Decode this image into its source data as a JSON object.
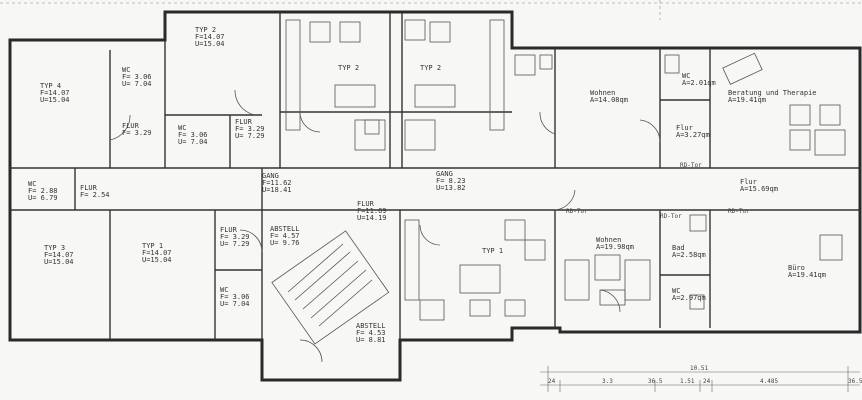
{
  "rooms": [
    {
      "id": "typ4",
      "lines": [
        "TYP 4",
        "F=14.07",
        "U=15.04"
      ]
    },
    {
      "id": "wc-a",
      "lines": [
        "WC",
        "F= 3.06",
        "U= 7.04"
      ]
    },
    {
      "id": "typ2-a",
      "lines": [
        "TYP 2",
        "F=14.07",
        "U=15.04"
      ]
    },
    {
      "id": "flur-a",
      "lines": [
        "FLUR",
        "F= 3.29"
      ]
    },
    {
      "id": "wc-b",
      "lines": [
        "WC",
        "F= 3.06",
        "U= 7.04"
      ]
    },
    {
      "id": "flur-b",
      "lines": [
        "FLUR",
        "F= 3.29",
        "U= 7.29"
      ]
    },
    {
      "id": "typ2-b",
      "lines": [
        "TYP 2"
      ]
    },
    {
      "id": "typ2-c",
      "lines": [
        "TYP 2"
      ]
    },
    {
      "id": "wohnen-top",
      "lines": [
        "Wohnen",
        "A=14.08qm"
      ]
    },
    {
      "id": "wc-top",
      "lines": [
        "WC",
        "A=2.01qm"
      ]
    },
    {
      "id": "beratung",
      "lines": [
        "Beratung und Therapie",
        "A=19.41qm"
      ]
    },
    {
      "id": "flur-top",
      "lines": [
        "Flur",
        "A=3.27qm"
      ]
    },
    {
      "id": "wc-c",
      "lines": [
        "WC",
        "F= 2.88",
        "U= 6.79"
      ]
    },
    {
      "id": "flur-c",
      "lines": [
        "FLUR",
        "F= 2.54"
      ]
    },
    {
      "id": "gang-a",
      "lines": [
        "GANG",
        "F=11.62",
        "U=18.41"
      ]
    },
    {
      "id": "gang-b",
      "lines": [
        "GANG",
        "F= 8.23",
        "U=13.82"
      ]
    },
    {
      "id": "flur-d",
      "lines": [
        "FLUR",
        "F=11.69",
        "U=14.19"
      ]
    },
    {
      "id": "flur-mid",
      "lines": [
        "Flur",
        "A=15.69qm"
      ]
    },
    {
      "id": "typ3",
      "lines": [
        "TYP 3",
        "F=14.07",
        "U=15.04"
      ]
    },
    {
      "id": "typ1-a",
      "lines": [
        "TYP 1",
        "F=14.07",
        "U=15.04"
      ]
    },
    {
      "id": "flur-e",
      "lines": [
        "FLUR",
        "F= 3.29",
        "U= 7.29"
      ]
    },
    {
      "id": "abstell-a",
      "lines": [
        "ABSTELL",
        "F= 4.57",
        "U= 9.76"
      ]
    },
    {
      "id": "typ1-b",
      "lines": [
        "TYP 1"
      ]
    },
    {
      "id": "wohnen-bottom",
      "lines": [
        "Wohnen",
        "A=19.98qm"
      ]
    },
    {
      "id": "bad",
      "lines": [
        "Bad",
        "A=2.58qm"
      ]
    },
    {
      "id": "wc-d",
      "lines": [
        "WC",
        "F= 3.06",
        "U= 7.04"
      ]
    },
    {
      "id": "buero",
      "lines": [
        "Büro",
        "A=19.41qm"
      ]
    },
    {
      "id": "abstell-b",
      "lines": [
        "ABSTELL",
        "F= 4.53",
        "U= 8.81"
      ]
    },
    {
      "id": "wc-e",
      "lines": [
        "WC",
        "A=2.97qm"
      ]
    }
  ],
  "markers": [
    {
      "id": "rd-1",
      "text": "RD-Tor"
    },
    {
      "id": "rd-2",
      "text": "RD-Tor"
    },
    {
      "id": "rd-3",
      "text": "RD-Tor"
    },
    {
      "id": "rd-4",
      "text": "RD-Tor"
    }
  ],
  "dimensions": {
    "total": "10.51",
    "segments": [
      "24",
      "3.3",
      "36.5",
      "1.51",
      "24",
      "4.485",
      "36.5"
    ]
  }
}
